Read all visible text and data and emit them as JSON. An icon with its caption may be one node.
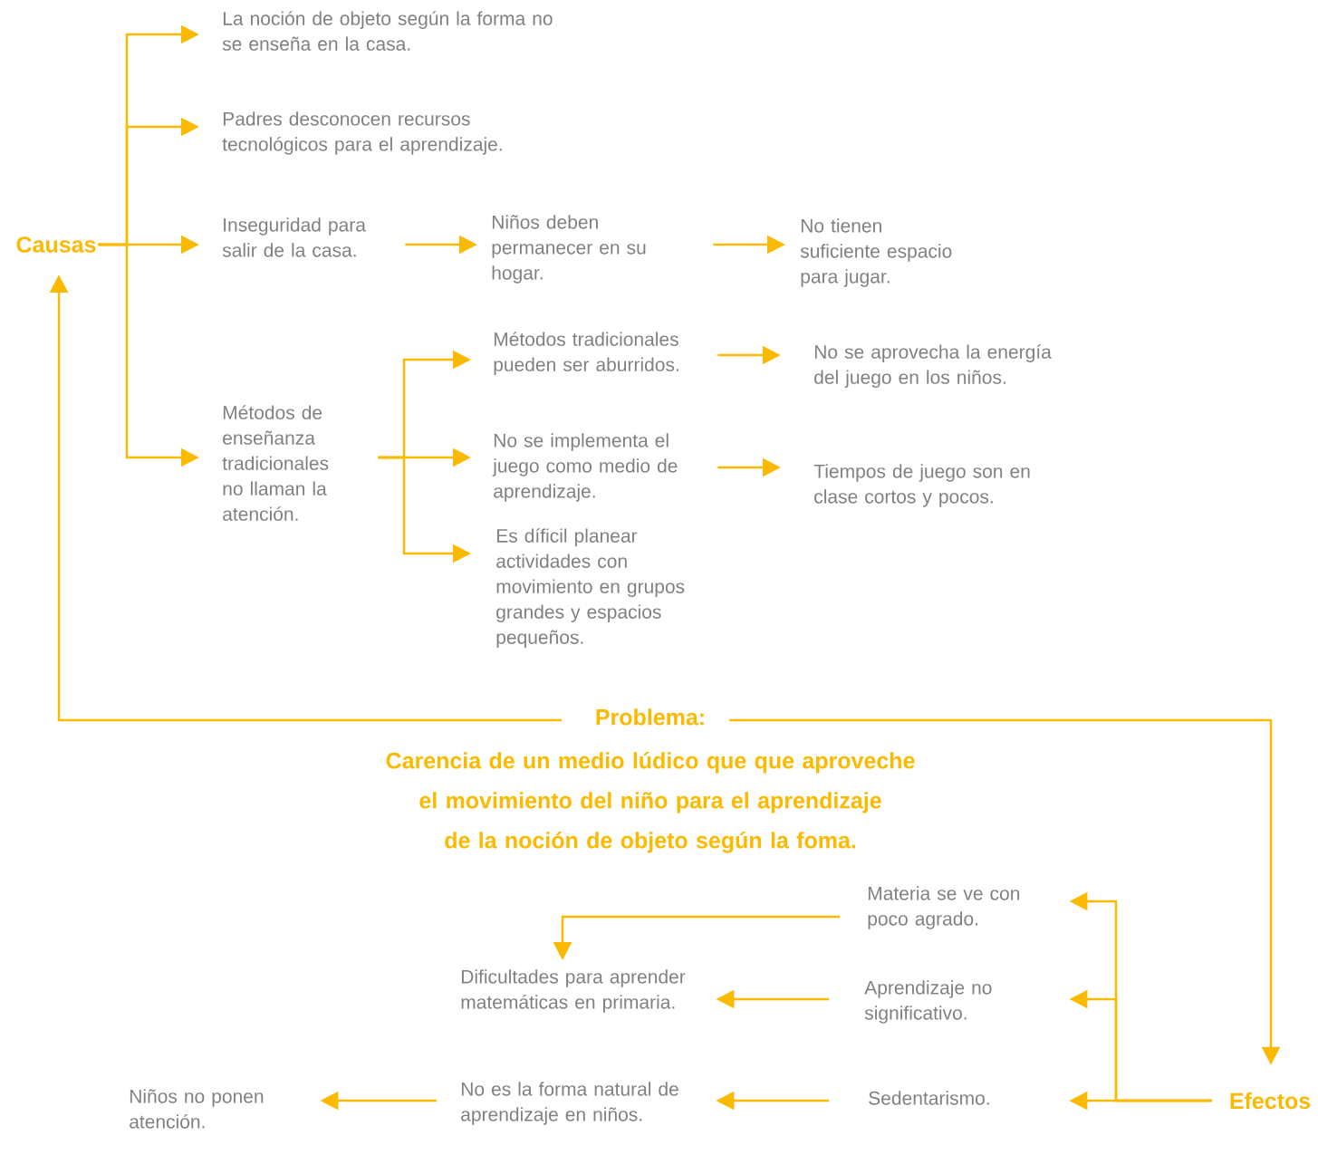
{
  "diagram": {
    "nodes": [
      {
        "text": [
          "Causas"
        ]
      },
      {
        "text": [
          "La noción de objeto según la forma no se enseña en la casa."
        ]
      },
      {
        "text": [
          "Padres desconocen recursos tecnológicos para el aprendizaje."
        ]
      },
      {
        "text": [
          "Inseguridad para salir de la casa."
        ]
      },
      {
        "text": [
          "Métodos de enseñanza tradicionales no llaman la atención."
        ]
      },
      {
        "text": [
          "Niños deben permanecer en su hogar."
        ]
      },
      {
        "text": [
          "No tienen suficiente espacio para jugar."
        ]
      },
      {
        "text": [
          "Métodos tradicionales pueden ser aburridos."
        ]
      },
      {
        "text": [
          "No se implementa el juego como  medio de aprendizaje."
        ]
      },
      {
        "text": [
          "Es díficil planear actividades con movimiento en grupos grandes y espacios pequeños."
        ]
      },
      {
        "text": [
          "No se aprovecha la energía del juego en los niños."
        ]
      },
      {
        "text": [
          "Tiempos de juego son en clase cortos y pocos."
        ]
      },
      {
        "text": [
          "Problema:",
          "Carencia de un medio lúdico que que aproveche el movimiento del niño para el aprendizaje de la noción de objeto según la foma."
        ]
      },
      {
        "text": [
          "Efectos"
        ]
      },
      {
        "text": [
          "Materia se ve con poco agrado."
        ]
      },
      {
        "text": [
          "Aprendizaje no significativo."
        ]
      },
      {
        "text": [
          "Sedentarismo."
        ]
      },
      {
        "text": [
          "Dificultades para aprender matemáticas en primaria."
        ]
      },
      {
        "text": [
          "No es la forma natural de aprendizaje en niños."
        ]
      },
      {
        "text": [
          "Niños no ponen atención."
        ]
      }
    ],
    "edges": [
      {
        "from": 0,
        "to": 1,
        "arrow": "to"
      },
      {
        "from": 0,
        "to": 2,
        "arrow": "to"
      },
      {
        "from": 0,
        "to": 3,
        "arrow": "to"
      },
      {
        "from": 0,
        "to": 4,
        "arrow": "to"
      },
      {
        "from": 3,
        "to": 5,
        "arrow": "to"
      },
      {
        "from": 5,
        "to": 6,
        "arrow": "to"
      },
      {
        "from": 4,
        "to": 7,
        "arrow": "to"
      },
      {
        "from": 4,
        "to": 8,
        "arrow": "to"
      },
      {
        "from": 4,
        "to": 9,
        "arrow": "to"
      },
      {
        "from": 7,
        "to": 10,
        "arrow": "to"
      },
      {
        "from": 8,
        "to": 11,
        "arrow": "to"
      },
      {
        "from": 12,
        "to": 0,
        "arrow": "to"
      },
      {
        "from": 12,
        "to": 13,
        "arrow": "to"
      },
      {
        "from": 13,
        "to": 14,
        "arrow": "to"
      },
      {
        "from": 13,
        "to": 15,
        "arrow": "to"
      },
      {
        "from": 13,
        "to": 16,
        "arrow": "to"
      },
      {
        "from": 14,
        "to": 17,
        "arrow": "to"
      },
      {
        "from": 15,
        "to": 17,
        "arrow": "to"
      },
      {
        "from": 16,
        "to": 18,
        "arrow": "to"
      },
      {
        "from": 18,
        "to": 19,
        "arrow": "to"
      }
    ]
  }
}
